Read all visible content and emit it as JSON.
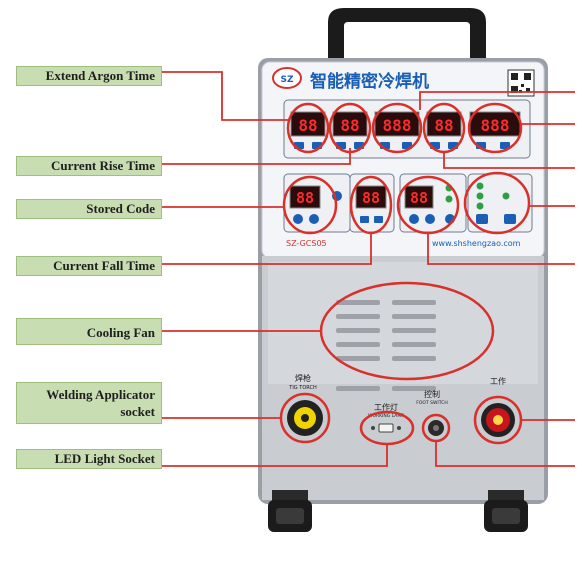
{
  "labels": {
    "extend_argon_time": "Extend Argon Time",
    "current_rise_time": "Current Rise Time",
    "stored_code": "Stored Code",
    "current_fall_time": "Current Fall Time",
    "cooling_fan": "Cooling Fan",
    "welding_applicator_socket_l1": "Welding Applicator",
    "welding_applicator_socket_l2": "socket",
    "led_light_socket": "LED Light Socket"
  },
  "machine": {
    "brand_title": "智能精密冷焊机",
    "logo_text": "SZ",
    "model": "SZ-GCS05",
    "website": "www.shshengzao.com",
    "torch_label_cn": "焊枪",
    "torch_label_en": "TIG TORCH",
    "lamp_label_cn": "工作灯",
    "lamp_label_en": "WORKING LAMP",
    "control_label_cn": "控制",
    "control_label_en": "FOOT SWITCH",
    "work_label_cn": "工作"
  },
  "colors": {
    "accent": "#d9302a",
    "label_bg": "#c9ddb3",
    "panel_blue": "#1a5fb4",
    "display_red": "#e02020"
  }
}
